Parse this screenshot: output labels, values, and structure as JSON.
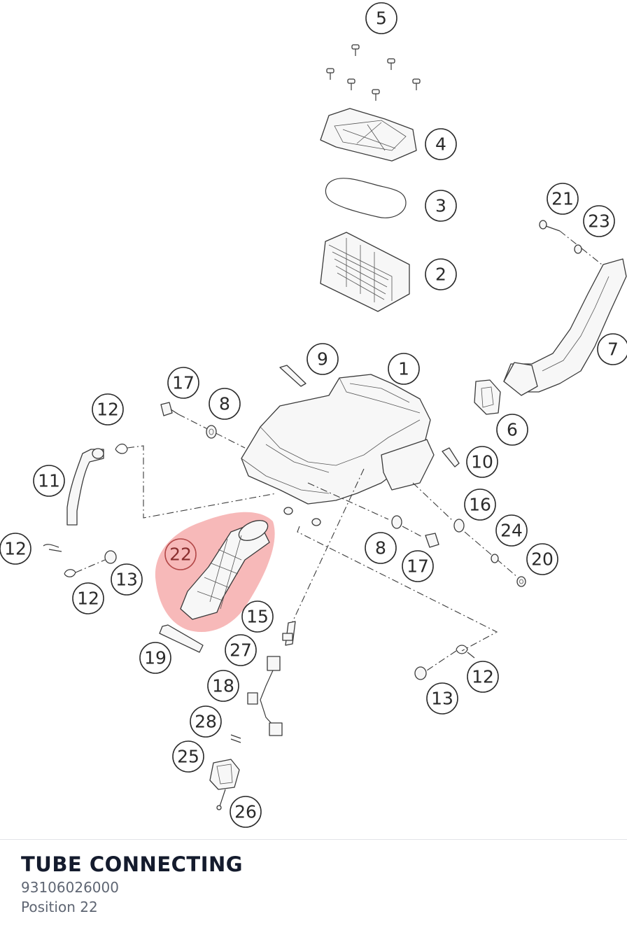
{
  "diagram": {
    "callouts": [
      {
        "id": "c5",
        "label": "5"
      },
      {
        "id": "c4",
        "label": "4"
      },
      {
        "id": "c3",
        "label": "3"
      },
      {
        "id": "c2",
        "label": "2"
      },
      {
        "id": "c21",
        "label": "21"
      },
      {
        "id": "c23",
        "label": "23"
      },
      {
        "id": "c7",
        "label": "7"
      },
      {
        "id": "c9",
        "label": "9"
      },
      {
        "id": "c1",
        "label": "1"
      },
      {
        "id": "c6",
        "label": "6"
      },
      {
        "id": "c17a",
        "label": "17"
      },
      {
        "id": "c8a",
        "label": "8"
      },
      {
        "id": "c12a",
        "label": "12"
      },
      {
        "id": "c11",
        "label": "11"
      },
      {
        "id": "c10",
        "label": "10"
      },
      {
        "id": "c16",
        "label": "16"
      },
      {
        "id": "c24",
        "label": "24"
      },
      {
        "id": "c20",
        "label": "20"
      },
      {
        "id": "c12b",
        "label": "12"
      },
      {
        "id": "c22",
        "label": "22"
      },
      {
        "id": "c8b",
        "label": "8"
      },
      {
        "id": "c17b",
        "label": "17"
      },
      {
        "id": "c13a",
        "label": "13"
      },
      {
        "id": "c12c",
        "label": "12"
      },
      {
        "id": "c15",
        "label": "15"
      },
      {
        "id": "c27",
        "label": "27"
      },
      {
        "id": "c19",
        "label": "19"
      },
      {
        "id": "c18",
        "label": "18"
      },
      {
        "id": "c12d",
        "label": "12"
      },
      {
        "id": "c13b",
        "label": "13"
      },
      {
        "id": "c28",
        "label": "28"
      },
      {
        "id": "c25",
        "label": "25"
      },
      {
        "id": "c26",
        "label": "26"
      }
    ],
    "highlighted_position": "22",
    "highlight_color": "#f08080"
  },
  "selected_part": {
    "name": "TUBE CONNECTING",
    "number": "93106026000",
    "position": "Position 22"
  }
}
